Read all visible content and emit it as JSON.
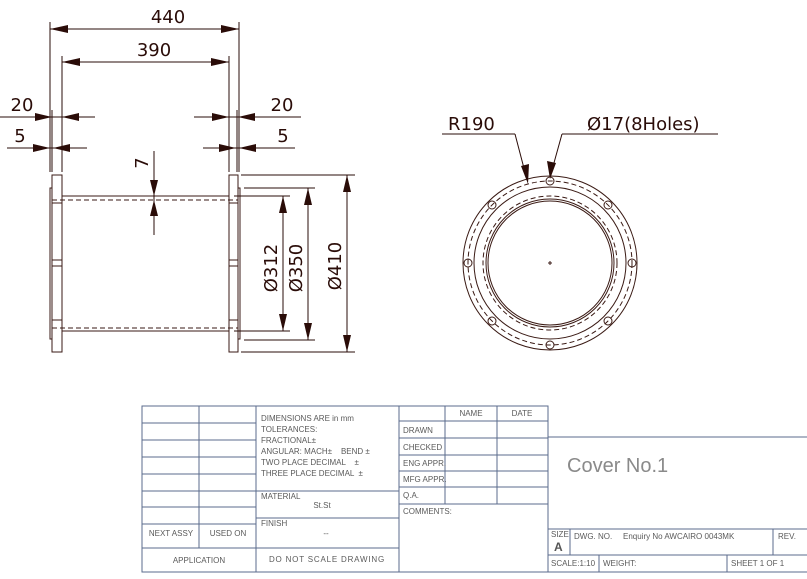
{
  "dimensions": {
    "overall_length": "440",
    "inner_length": "390",
    "flange_left_20": "20",
    "flange_left_5": "5",
    "flange_right_20": "20",
    "flange_right_5": "5",
    "wall": "7",
    "dia_312": "Ø312",
    "dia_350": "Ø350",
    "dia_410": "Ø410",
    "radius": "R190",
    "holes": "Ø17(8Holes)"
  },
  "title_block": {
    "dimensions_note": "DIMENSIONS ARE in mm",
    "tolerances": "TOLERANCES:",
    "fractional": "FRACTIONAL±",
    "angular": "ANGULAR: MACH±    BEND ±",
    "two_place": "TWO PLACE DECIMAL    ±",
    "three_place": "THREE PLACE DECIMAL  ±",
    "material_label": "MATERIAL",
    "material_value": "St.St",
    "finish_label": "FINISH",
    "finish_value": "--",
    "next_assy": "NEXT ASSY",
    "used_on": "USED ON",
    "application": "APPLICATION",
    "do_not_scale": "DO NOT SCALE DRAWING",
    "name_header": "NAME",
    "date_header": "DATE",
    "drawn": "DRAWN",
    "checked": "CHECKED",
    "eng_appr": "ENG APPR.",
    "mfg_appr": "MFG APPR.",
    "qa": "Q.A.",
    "comments": "COMMENTS:",
    "title": "Cover No.1",
    "size_label": "SIZE",
    "size_value": "A",
    "dwg_no_label": "DWG.  NO.",
    "dwg_no_value": "Enquiry No AWCAIRO 0043MK",
    "rev_label": "REV.",
    "scale": "SCALE:1:10",
    "weight": "WEIGHT:",
    "sheet": "SHEET 1 OF 1"
  }
}
